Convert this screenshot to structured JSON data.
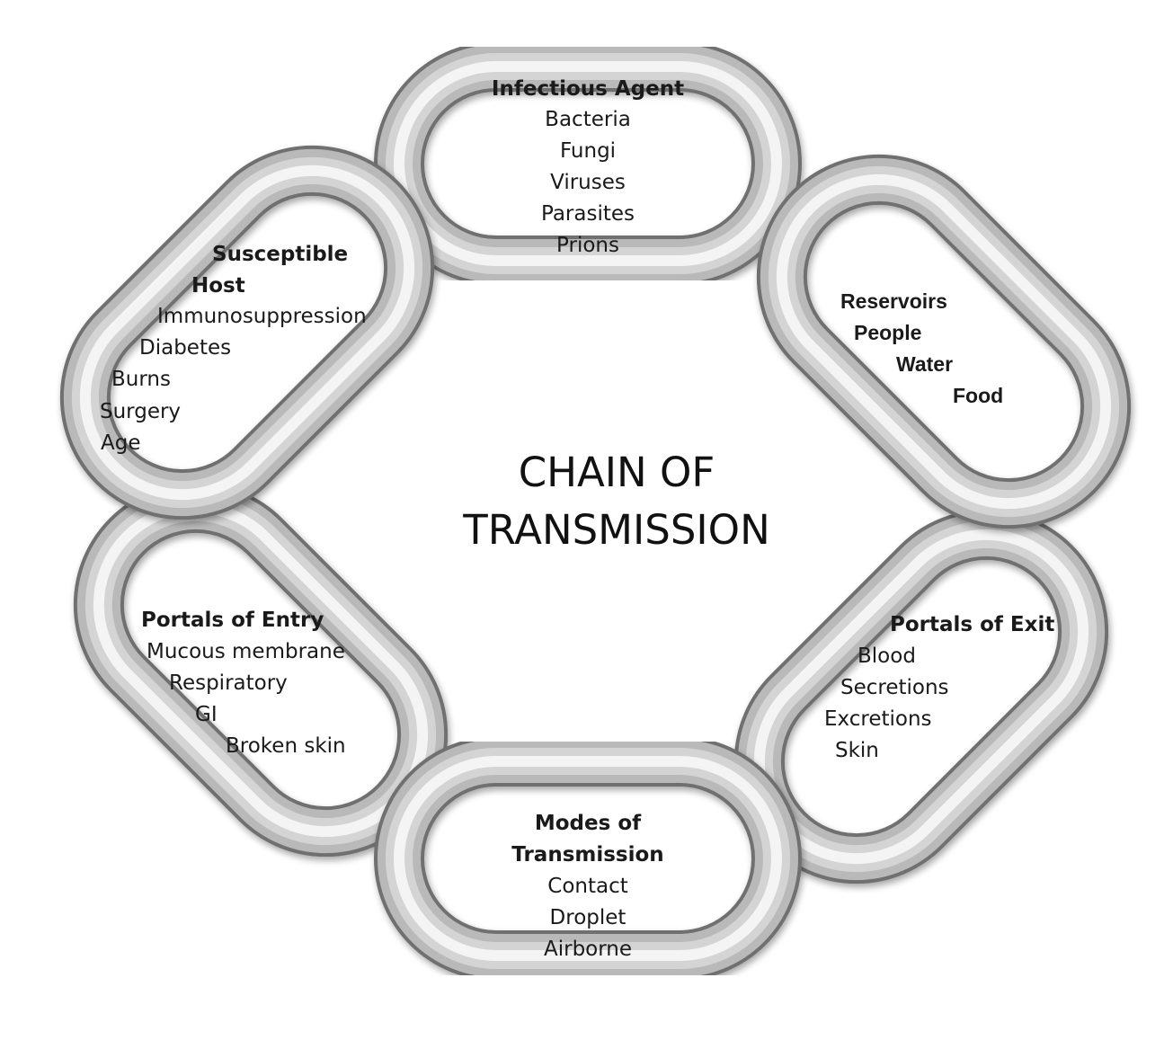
{
  "center_title": [
    "CHAIN OF",
    "TRANSMISSION"
  ],
  "colors": {
    "link_light": "#f4f4f4",
    "link_mid": "#b9b9b9",
    "link_dark": "#6f6f6f",
    "text": "#1a1a1a"
  },
  "links": [
    {
      "id": "infectious-agent",
      "heading": [
        "Infectious Agent"
      ],
      "items": [
        "Bacteria",
        "Fungi",
        "Viruses",
        "Parasites",
        "Prions"
      ]
    },
    {
      "id": "reservoirs",
      "heading": [
        "Reservoirs"
      ],
      "items": [
        "People",
        "Water",
        "Food"
      ]
    },
    {
      "id": "portals-of-exit",
      "heading": [
        "Portals of Exit"
      ],
      "items": [
        "Blood",
        "Secretions",
        "Excretions",
        "Skin"
      ]
    },
    {
      "id": "modes-of-transmission",
      "heading": [
        "Modes of",
        "Transmission"
      ],
      "items": [
        "Contact",
        "Droplet",
        "Airborne"
      ]
    },
    {
      "id": "portals-of-entry",
      "heading": [
        "Portals of Entry"
      ],
      "items": [
        "Mucous membrane",
        "Respiratory",
        "GI",
        "Broken skin"
      ]
    },
    {
      "id": "susceptible-host",
      "heading": [
        "Susceptible",
        "Host"
      ],
      "items": [
        "Immunosuppression",
        "Diabetes",
        "Burns",
        "Surgery",
        "Age"
      ]
    }
  ]
}
